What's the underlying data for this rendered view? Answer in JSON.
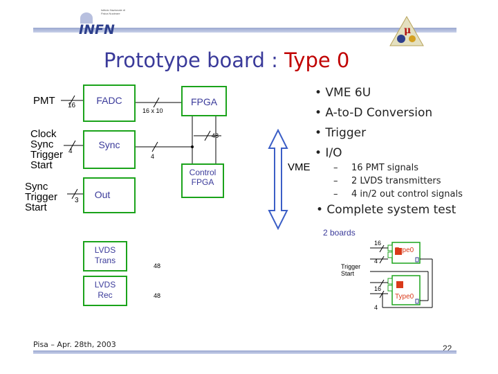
{
  "header": {
    "logo_text": "INFN",
    "logo_subtext": "Istituto Nazionale di Fisica Nucleare"
  },
  "slide": {
    "title_main": "Prototype board : ",
    "title_accent": "Type 0"
  },
  "diagram": {
    "pmt_label": "PMT",
    "pmt_bus": "16",
    "clock_sync_trigger_start": [
      "Clock",
      "Sync",
      "Trigger",
      "Start"
    ],
    "clock_bus": "4",
    "sync_trigger_start": [
      "Sync",
      "Trigger",
      "Start"
    ],
    "sync_bus": "3",
    "fadc_label": "FADC",
    "sync_label": "Sync",
    "out_label": "Out",
    "fpga_label": "FPGA",
    "fadc_fpga_bus": "16 x 10",
    "sync_fpga_bus": "4",
    "fpga_control_bus": "48",
    "control_fpga_label": [
      "Control",
      "FPGA"
    ],
    "vme_label": "VME",
    "lvds_trans_label": [
      "LVDS",
      "Trans"
    ],
    "lvds_trans_bus": "48",
    "lvds_rec_label": [
      "LVDS",
      "Rec"
    ],
    "lvds_rec_bus": "48"
  },
  "bullets": {
    "items": [
      "• VME 6U",
      "• A-to-D Conversion",
      "• Trigger",
      "• I/O"
    ],
    "sub_items": [
      "16 PMT signals",
      "2 LVDS transmitters",
      "4 in/2 out control signals"
    ],
    "sub_dash": "–",
    "complete": "• Complete system test"
  },
  "system_test": {
    "boards_label": "2 boards",
    "board_label": "Type0",
    "bus_16": "16",
    "bus_4": "4",
    "trigger_start": [
      "Trigger",
      "Start"
    ]
  },
  "footer": {
    "text": "Pisa – Apr. 28th, 2003",
    "page": "22"
  },
  "colors": {
    "green_box": "#1aa31a",
    "title_blue": "#3a3a9a",
    "title_red": "#c00000",
    "vme_arrow": "#3b5ec6"
  }
}
